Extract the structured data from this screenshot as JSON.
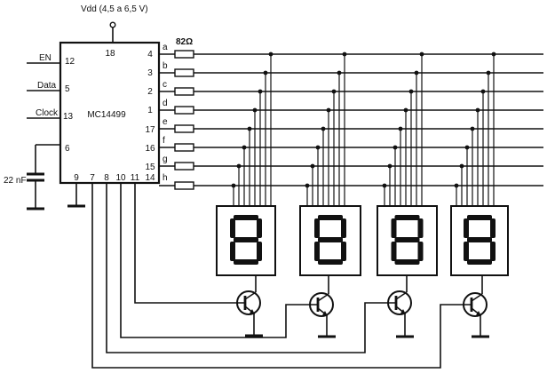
{
  "supply": {
    "label": "Vdd (4,5 a 6,5 V)"
  },
  "chip": {
    "name": "MC14499",
    "vdd_pin": "18",
    "left_pins": [
      {
        "label": "EN",
        "pin": "12"
      },
      {
        "label": "Data",
        "pin": "5"
      },
      {
        "label": "Clock",
        "pin": "13"
      },
      {
        "label": "",
        "pin": "6"
      }
    ],
    "right_pins": [
      {
        "pin": "4",
        "segment": "a"
      },
      {
        "pin": "3",
        "segment": "b"
      },
      {
        "pin": "2",
        "segment": "c"
      },
      {
        "pin": "1",
        "segment": "d"
      },
      {
        "pin": "17",
        "segment": "e"
      },
      {
        "pin": "16",
        "segment": "f"
      },
      {
        "pin": "15",
        "segment": "g"
      },
      {
        "pin": "14",
        "segment": "h"
      }
    ],
    "bottom_pins": [
      "9",
      "7",
      "8",
      "10",
      "11"
    ]
  },
  "resistor": {
    "label": "82Ω"
  },
  "capacitor": {
    "label": "22 nF"
  }
}
